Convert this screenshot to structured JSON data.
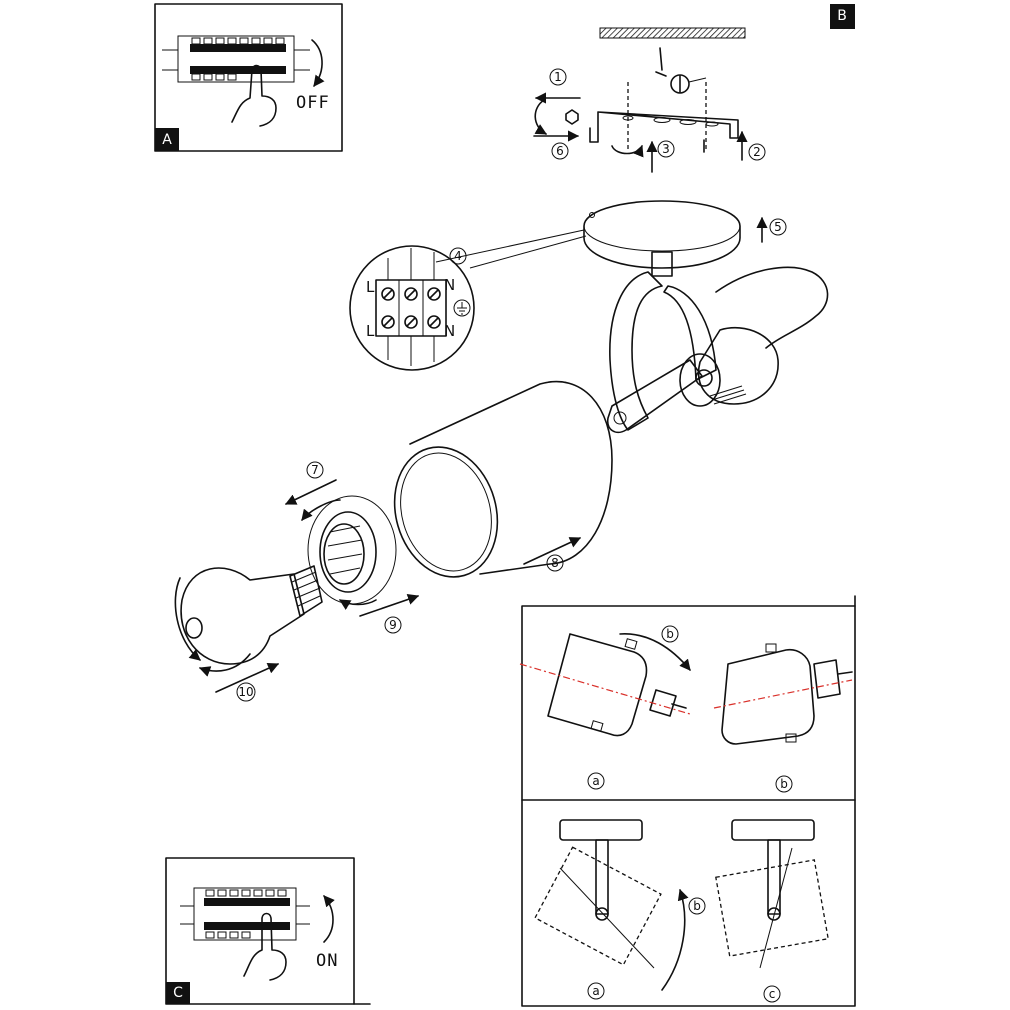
{
  "panels": {
    "a": {
      "corner_label": "A",
      "switch_label": "OFF"
    },
    "b": {
      "corner_label": "B"
    },
    "c": {
      "corner_label": "C",
      "switch_label": "ON"
    }
  },
  "steps": [
    "1",
    "2",
    "3",
    "4",
    "5",
    "6",
    "7",
    "8",
    "9",
    "10"
  ],
  "terminal_labels": {
    "left_top": "L",
    "left_bottom": "L",
    "right_top": "N",
    "right_bottom": "N"
  },
  "adjust_labels": {
    "rotate_top": "b",
    "top_left": "a",
    "top_right": "b",
    "tilt_arrow": "b",
    "bottom_left": "a",
    "bottom_right": "c"
  },
  "colors": {
    "line": "#111111",
    "axis": "#d9302a",
    "background": "#ffffff"
  }
}
